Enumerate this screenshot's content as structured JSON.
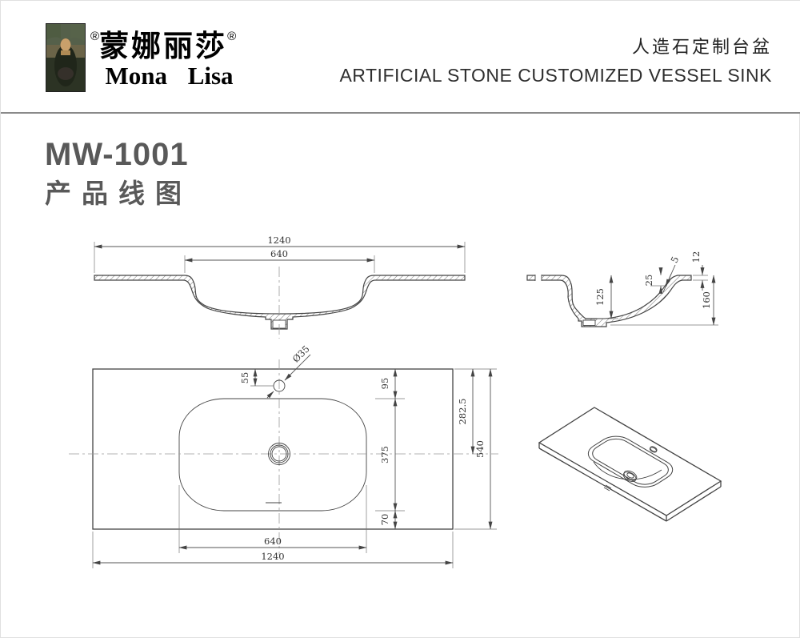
{
  "header": {
    "brand_cn": "蒙娜丽莎",
    "brand_en": "Mona  Lisa",
    "registered_mark": "®",
    "product_cn": "人造石定制台盆",
    "product_en": "ARTIFICIAL STONE CUSTOMIZED VESSEL SINK"
  },
  "title": {
    "model": "MW-1001",
    "subtitle": "产品线图"
  },
  "dims": {
    "front": {
      "total_width": "1240",
      "basin_width": "640"
    },
    "side": {
      "rim_inset": "25",
      "lip": "5",
      "slab_thickness": "12",
      "bowl_depth": "125",
      "total_height": "160"
    },
    "plan": {
      "faucet_offset": "55",
      "faucet_hole_dia": "Ø35",
      "back_margin": "95",
      "center_offset": "282.5",
      "basin_length": "375",
      "total_depth": "540",
      "front_margin": "70",
      "basin_width": "640",
      "total_width": "1240"
    }
  },
  "colors": {
    "title_gray": "#595959",
    "line": "#444444"
  }
}
